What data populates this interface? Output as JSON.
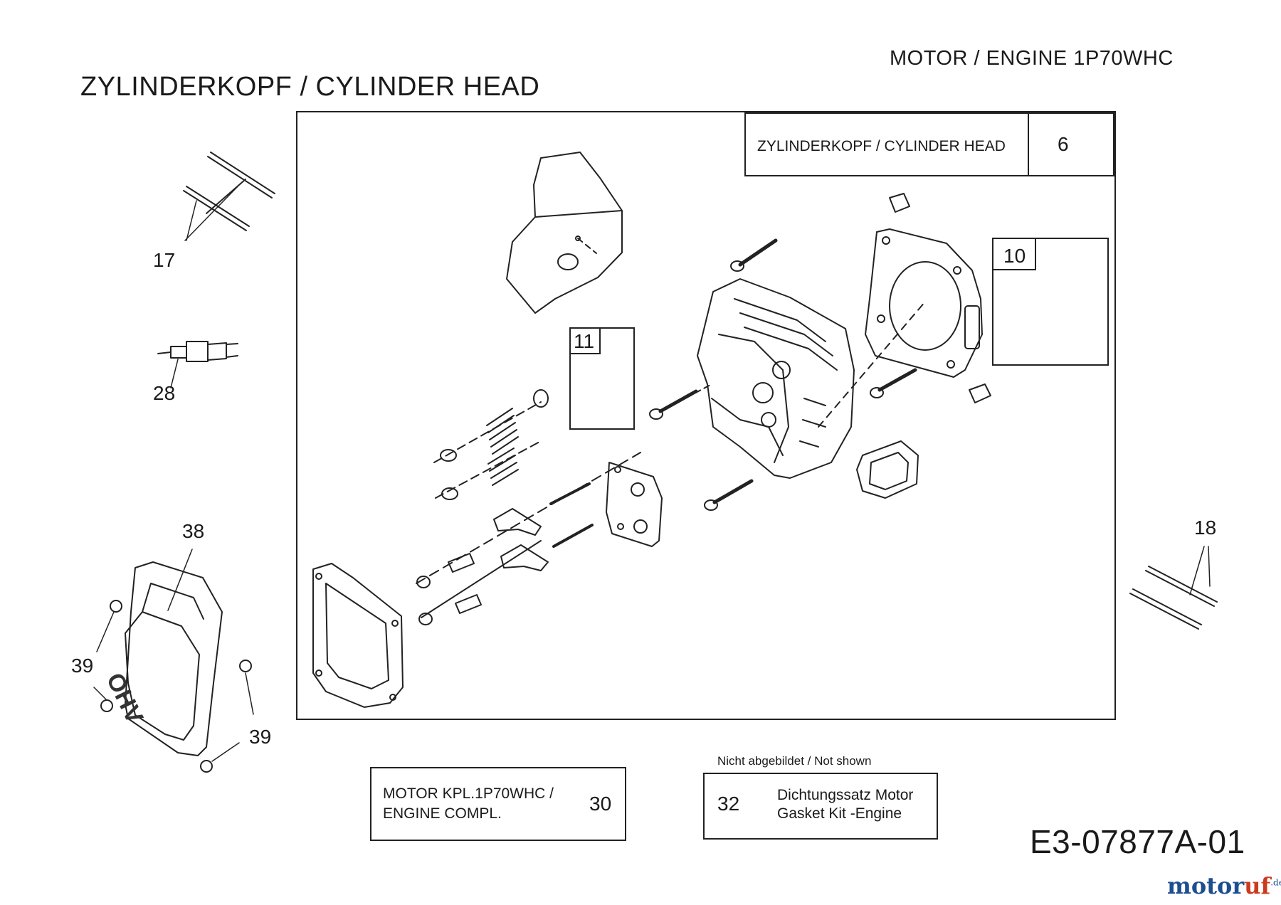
{
  "header": {
    "engine_label": "MOTOR / ENGINE  1P70WHC",
    "section_title": "ZYLINDERKOPF / CYLINDER HEAD"
  },
  "group_box": {
    "title": "ZYLINDERKOPF / CYLINDER HEAD",
    "number": "6"
  },
  "callouts": {
    "valves": "11",
    "stud_set": "10",
    "studs_left": "17",
    "spark_plug": "28",
    "valve_cover": "38",
    "bolt_left": "39",
    "bolt_right": "39",
    "studs_right": "18"
  },
  "cover_embossing": "OHV",
  "engine_box": {
    "line1": "MOTOR KPL.1P70WHC /",
    "line2": "ENGINE COMPL.",
    "number": "30"
  },
  "gasket_box": {
    "caption": "Nicht abgebildet / Not shown",
    "number": "32",
    "line1": "Dichtungssatz Motor",
    "line2": "Gasket Kit -Engine"
  },
  "drawing_code": "E3-07877A-01",
  "logo": {
    "part1": "motor",
    "part2": "uf",
    "suffix": ".de"
  }
}
